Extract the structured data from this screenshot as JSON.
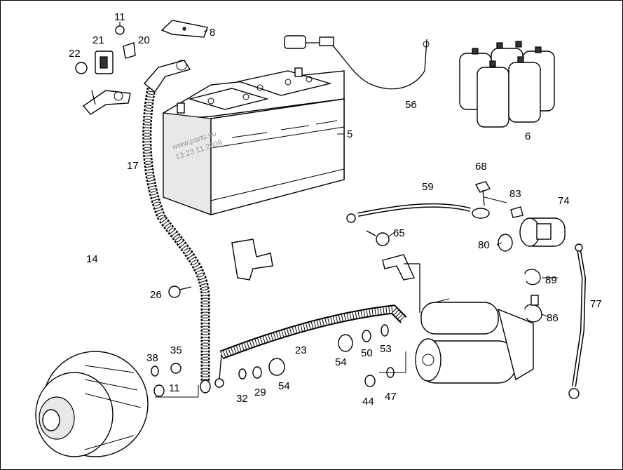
{
  "labels": {
    "p5": "5",
    "p6": "6",
    "p8": "8",
    "p11a": "11",
    "p11b": "11",
    "p14": "14",
    "p17": "17",
    "p20": "20",
    "p21": "21",
    "p22": "22",
    "p23": "23",
    "p26": "26",
    "p29": "29",
    "p32": "32",
    "p35": "35",
    "p38": "38",
    "p44": "44",
    "p47": "47",
    "p50": "50",
    "p53": "53",
    "p54a": "54",
    "p54b": "54",
    "p56": "56",
    "p59": "59",
    "p65": "65",
    "p68": "68",
    "p74": "74",
    "p77": "77",
    "p80": "80",
    "p83": "83",
    "p86": "86",
    "p89": "89"
  },
  "watermark": {
    "line1": "www.parts.su",
    "line2": "13:23 11.2009"
  }
}
